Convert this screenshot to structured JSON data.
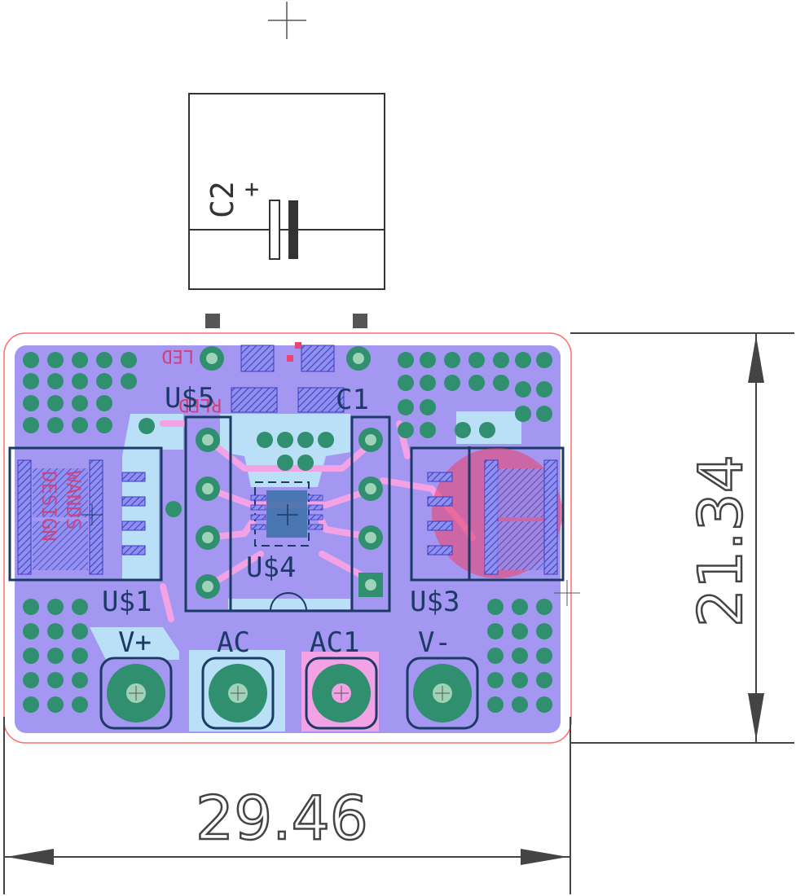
{
  "colors": {
    "board_fill": "#a397f2",
    "board_outline": "#ff6b6b",
    "trace": "#f3a2e6",
    "top_copper": "#b9e0f6",
    "pad": "#2f8f6f",
    "pad_hole": "#9fd3b8",
    "silk": "#1c3a66",
    "red_silk": "#e8466f",
    "dimension": "#444444",
    "hatch": "#5a5ad1"
  },
  "dimensions": {
    "width": "29.46",
    "height": "21.34"
  },
  "components": {
    "c2": "C2",
    "c2_plus": "+",
    "led": "LED",
    "rled": "RLED",
    "us5": "U$5",
    "c1": "C1",
    "us1": "U$1",
    "us3": "U$3",
    "us4": "U$4",
    "logo_line1": "DESIGN",
    "logo_line2": "WANDS"
  },
  "terminals": {
    "vplus": "V+",
    "ac": "AC",
    "ac1": "AC1",
    "vminus": "V-"
  }
}
